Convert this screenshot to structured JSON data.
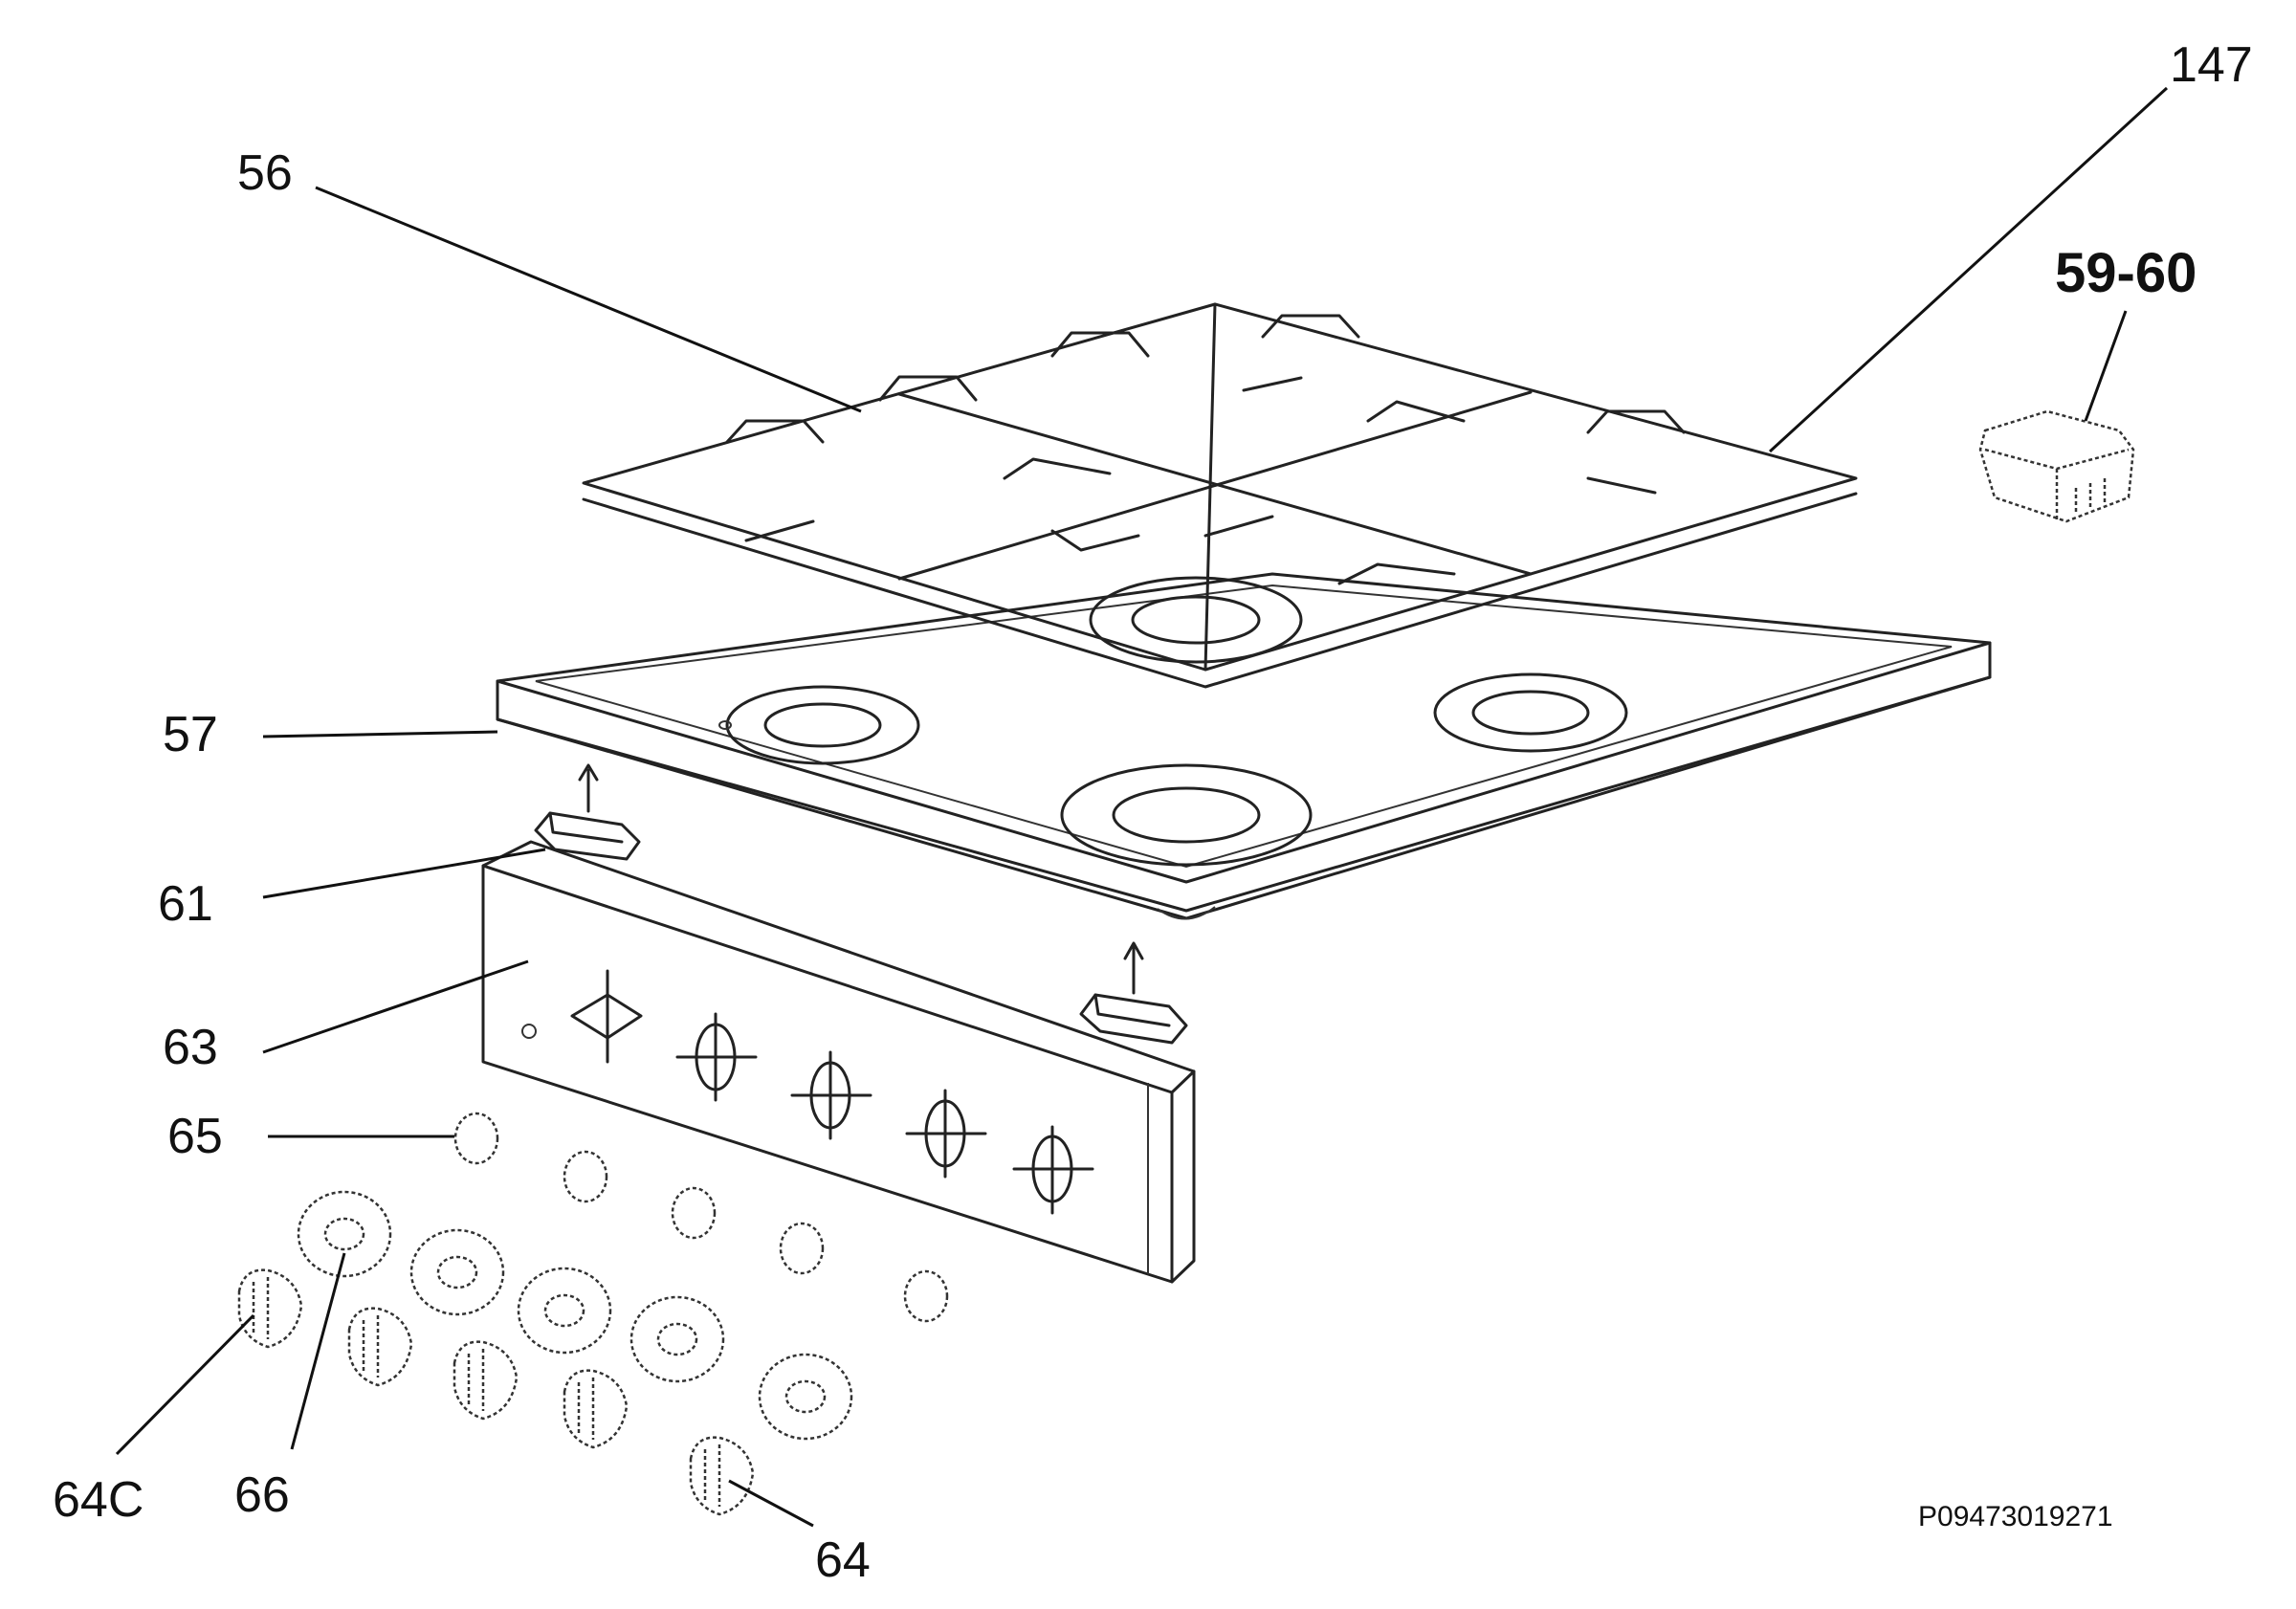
{
  "diagram": {
    "labels": {
      "grate": "56",
      "grate_side": "147",
      "hob_tray": "57",
      "control_unit": "59-60",
      "bracket": "61",
      "control_panel": "63",
      "spindle_insert": "65",
      "knob_cap": "64C",
      "knob_skirt": "66",
      "knob": "64"
    },
    "reference_code": "P09473019271"
  }
}
